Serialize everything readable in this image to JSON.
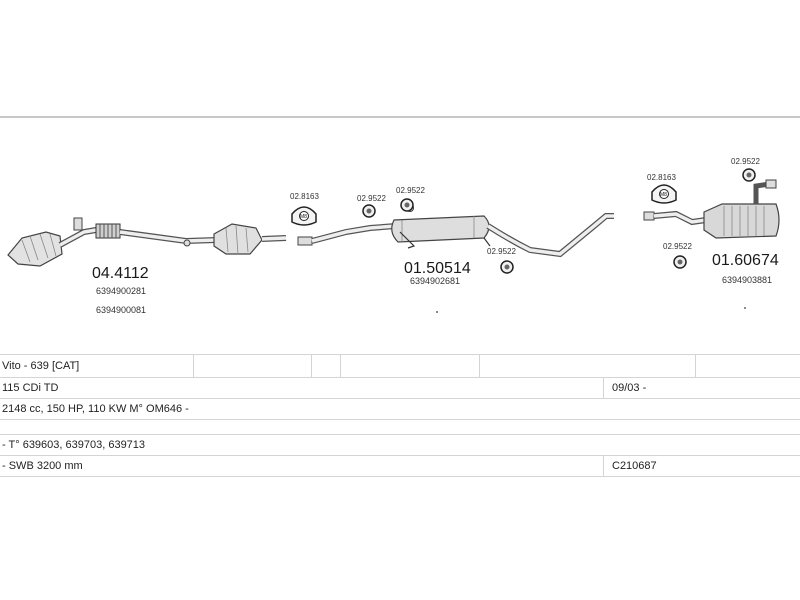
{
  "parts": {
    "section1": {
      "number": "04.4112",
      "oem": [
        "6394900281",
        "6394900081"
      ]
    },
    "section2": {
      "number": "01.50514",
      "oem": [
        "6394902681"
      ]
    },
    "section3": {
      "number": "01.60674",
      "oem": [
        "6394903881"
      ]
    }
  },
  "fittings": {
    "clamp_a": "02.8163",
    "clamp_b": "02.9522",
    "hanger_c": "02.9522",
    "hanger_d": "02.9522",
    "clamp_e": "02.8163",
    "hanger_f": "02.9522",
    "hanger_g": "02.9522"
  },
  "table": {
    "model": "Vito - 639  [CAT]",
    "engine": "115 CDi TD",
    "date": "09/03 -",
    "specs": "2148 cc, 150 HP, 110 KW M° OM646 -",
    "type": "- T° 639603, 639703, 639713",
    "wheelbase": "- SWB 3200 mm",
    "code": "C210687"
  }
}
